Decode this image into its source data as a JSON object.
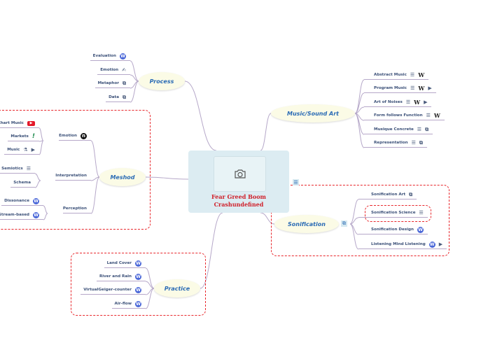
{
  "central": {
    "title_line1": "Fear Greed Boom",
    "title_line2": "Crashundefined",
    "image_icon": "camera-icon",
    "notes_icon": "notes-icon"
  },
  "colors": {
    "topic_text": "#2a6bb5",
    "topic_fill": "#fbfbe6",
    "central_fill": "#dcecf2",
    "central_title": "#d0202a",
    "boundary": "#e8262b",
    "leaf_text": "#3b5078"
  },
  "branches": {
    "process": {
      "label": "Process",
      "children": [
        {
          "label": "Evaluation",
          "icons": [
            "wordpress"
          ]
        },
        {
          "label": "Emotion",
          "icons": [
            "hand"
          ]
        },
        {
          "label": "Metaphor",
          "icons": [
            "link"
          ]
        },
        {
          "label": "Data",
          "icons": [
            "link"
          ]
        }
      ]
    },
    "music": {
      "label": "Music/Sound Art",
      "children": [
        {
          "label": "Abstract Music",
          "icons": [
            "notes",
            "wikipedia"
          ]
        },
        {
          "label": "Program Music",
          "icons": [
            "notes",
            "wikipedia",
            "play"
          ]
        },
        {
          "label": "Art of Noises",
          "icons": [
            "notes",
            "wikipedia",
            "play"
          ]
        },
        {
          "label": "Form follows Function",
          "icons": [
            "notes",
            "wikipedia"
          ]
        },
        {
          "label": "Musique Concrete",
          "icons": [
            "notes",
            "link"
          ]
        },
        {
          "label": "Representation",
          "icons": [
            "notes",
            "link"
          ]
        }
      ]
    },
    "meshod": {
      "label": "Meshod",
      "children": [
        {
          "label": "Emotion",
          "icons": [
            "n-logo"
          ],
          "children": [
            {
              "label": "Chart Music",
              "icons": [
                "youtube"
              ]
            },
            {
              "label": "Markets",
              "icons": [
                "exclamation"
              ]
            },
            {
              "label": "Music",
              "icons": [
                "flask",
                "play"
              ]
            }
          ]
        },
        {
          "label": "Interpretation",
          "icons": [],
          "children": [
            {
              "label": "Semiotics",
              "icons": [
                "notes"
              ]
            },
            {
              "label": "Schema",
              "icons": []
            }
          ]
        },
        {
          "label": "Perception",
          "icons": [],
          "children": [
            {
              "label": "Dissonance",
              "icons": [
                "wordpress"
              ]
            },
            {
              "label": "Stream-based",
              "icons": [
                "wordpress"
              ]
            }
          ]
        }
      ]
    },
    "sonification": {
      "label": "Sonification",
      "icon": "link",
      "children": [
        {
          "label": "Sonification Art",
          "icons": [
            "link"
          ]
        },
        {
          "label": "Sonification Science",
          "icons": [
            "notes"
          ]
        },
        {
          "label": "Sonification Design",
          "icons": [
            "wordpress"
          ]
        },
        {
          "label": "Listening Mind Listening",
          "icons": [
            "wordpress",
            "play"
          ]
        }
      ]
    },
    "practice": {
      "label": "Practice",
      "children": [
        {
          "label": "Land Cover",
          "icons": [
            "wordpress"
          ]
        },
        {
          "label": "River and Rain",
          "icons": [
            "wordpress"
          ]
        },
        {
          "label": "VirtualGeiger-counter",
          "icons": [
            "wordpress"
          ]
        },
        {
          "label": "Air-flow",
          "icons": [
            "wordpress"
          ]
        }
      ]
    }
  }
}
